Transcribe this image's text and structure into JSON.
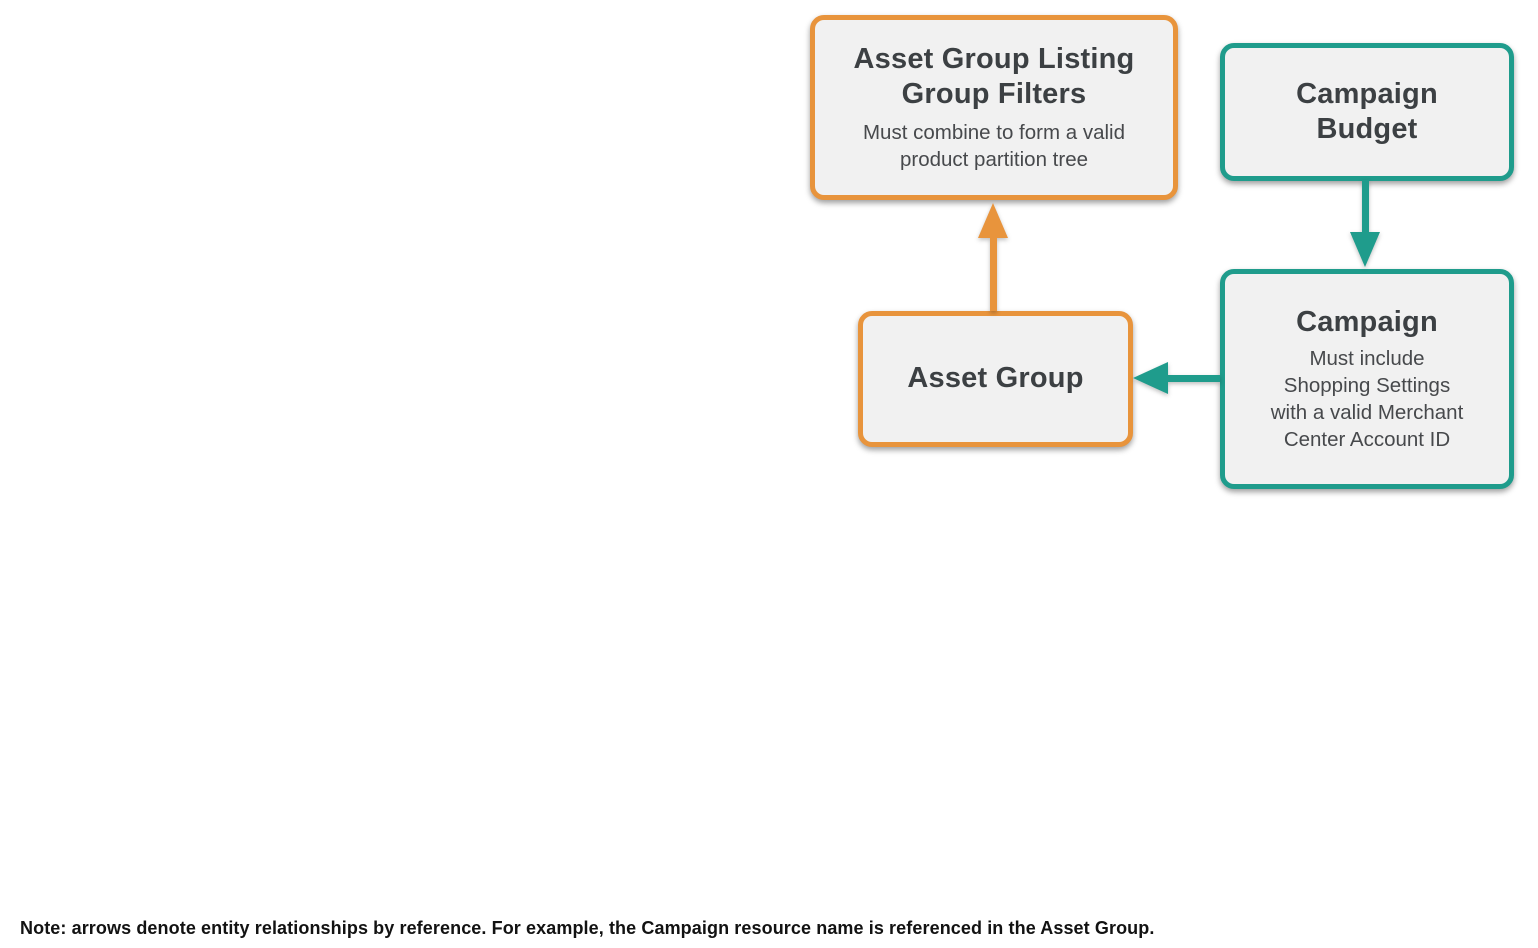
{
  "colors": {
    "orange": "#E8943C",
    "teal": "#1F9C8C",
    "box_fill": "#F1F1F1",
    "title_text": "#3C4043",
    "subtitle_text": "#47494C",
    "note_text": "#121212"
  },
  "diagram": {
    "nodes": {
      "listing_filters": {
        "title": "Asset Group Listing\nGroup Filters",
        "subtitle": "Must combine to form a valid\nproduct partition tree",
        "border_color": "orange"
      },
      "campaign_budget": {
        "title": "Campaign\nBudget",
        "border_color": "teal"
      },
      "asset_group": {
        "title": "Asset Group",
        "border_color": "orange"
      },
      "campaign": {
        "title": "Campaign",
        "subtitle": "Must include\nShopping Settings\nwith a valid Merchant\nCenter Account ID",
        "border_color": "teal"
      }
    },
    "edges": [
      {
        "from": "Asset Group",
        "to": "Asset Group Listing Group Filters",
        "color": "orange",
        "direction": "up"
      },
      {
        "from": "Campaign Budget",
        "to": "Campaign",
        "color": "teal",
        "direction": "down"
      },
      {
        "from": "Campaign",
        "to": "Asset Group",
        "color": "teal",
        "direction": "left"
      }
    ]
  },
  "note": {
    "text": "Note: arrows denote entity relationships by reference. For example, the Campaign resource name is referenced in the Asset Group."
  }
}
